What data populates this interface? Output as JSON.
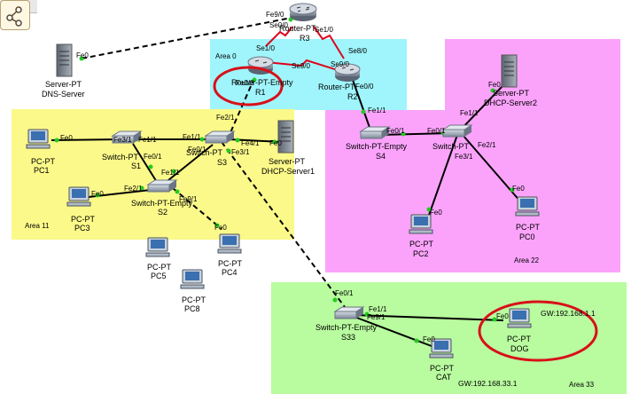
{
  "areas": {
    "area0": "Area 0",
    "area11": "Area 11",
    "area22": "Area 22",
    "area33": "Area 33"
  },
  "colors": {
    "area0": "#9ff5fb",
    "area11": "#fbf989",
    "area22": "#fba3fb",
    "area33": "#b9fb9f",
    "link": "#000000",
    "serial": "#e0001b",
    "port_dot": "#22cc22",
    "highlight": "#d8101a"
  },
  "devices": {
    "r3": {
      "type": "Router-PT",
      "name": "R3"
    },
    "r1": {
      "type": "Router-PT-Empty",
      "name": "R1"
    },
    "r2": {
      "type": "Router-PT",
      "name": "R2"
    },
    "dns": {
      "type": "Server-PT",
      "name": "DNS-Server"
    },
    "s1": {
      "type": "Switch-PT",
      "name": "S1"
    },
    "s2": {
      "type": "Switch-PT-Empty",
      "name": "S2"
    },
    "s3": {
      "type": "Switch-PT",
      "name": "S3"
    },
    "dhcp1": {
      "type": "Server-PT",
      "name": "DHCP-Server1"
    },
    "pc1": {
      "type": "PC-PT",
      "name": "PC1"
    },
    "pc3": {
      "type": "PC-PT",
      "name": "PC3"
    },
    "pc4": {
      "type": "PC-PT",
      "name": "PC4"
    },
    "pc5": {
      "type": "PC-PT",
      "name": "PC5"
    },
    "pc8": {
      "type": "PC-PT",
      "name": "PC8"
    },
    "s4": {
      "type": "Switch-PT-Empty",
      "name": "S4"
    },
    "sw22": {
      "type": "Switch-PT",
      "name": ""
    },
    "dhcp2": {
      "type": "Server-PT",
      "name": "DHCP-Server2"
    },
    "pc2": {
      "type": "PC-PT",
      "name": "PC2"
    },
    "pc0": {
      "type": "PC-PT",
      "name": "PC0"
    },
    "s33": {
      "type": "Switch-PT-Empty",
      "name": "S33"
    },
    "cat": {
      "type": "PC-PT",
      "name": "CAT"
    },
    "dog": {
      "type": "PC-PT",
      "name": "DOG"
    }
  },
  "ports": {
    "r3_fe90": "Fe9/0",
    "r3_se00": "Se0/0",
    "r3_se10": "Se1/0",
    "r1_se10": "Se1/0",
    "r1_fe00": "Fe0/0",
    "r1_se90": "Se9/0",
    "r2_se90": "Se9/0",
    "r2_se80": "Se8/0",
    "r2_fe00": "Fe0/0",
    "dns_fe0": "Fe0",
    "s3_fe21": "Fe2/1",
    "s3_fe11": "Fe1/1",
    "s3_fe41": "Fe4/1",
    "s3_fe31": "Fe3/1",
    "s3_fe01": "Fe0/1",
    "dhcp1_fe0": "Fe0",
    "s1_fe31": "Fe3/1",
    "s1_fe11": "Fe1/1",
    "s1_fe01": "Fe0/1",
    "pc1_fe0": "Fe0",
    "s2_fe11": "Fe1/1",
    "s2_fe21": "Fe2/1",
    "s2_fe91": "Fe9/1",
    "pc3_fe0": "Fe0",
    "pc4_fe0": "Fe0",
    "s4_fe11": "Fe1/1",
    "s4_fe01": "Fe0/1",
    "sw22_fe01": "Fe0/1",
    "sw22_fe11": "Fe1/1",
    "sw22_fe21": "Fe2/1",
    "sw22_fe31": "Fe3/1",
    "dhcp2_fe0": "Fe0",
    "pc2_fe0": "Fe0",
    "pc0_fe0": "Fe0",
    "s33_fe01": "Fe0/1",
    "s33_fe11": "Fe1/1",
    "s33_fe91": "Fe9/1",
    "cat_fe0": "Fe0",
    "dog_fe0": "Fe0"
  },
  "notes": {
    "dog_gw": "GW:192.168.1.1",
    "cat_gw": "GW:192.168.33.1"
  },
  "highlights": [
    "R1",
    "DOG"
  ]
}
